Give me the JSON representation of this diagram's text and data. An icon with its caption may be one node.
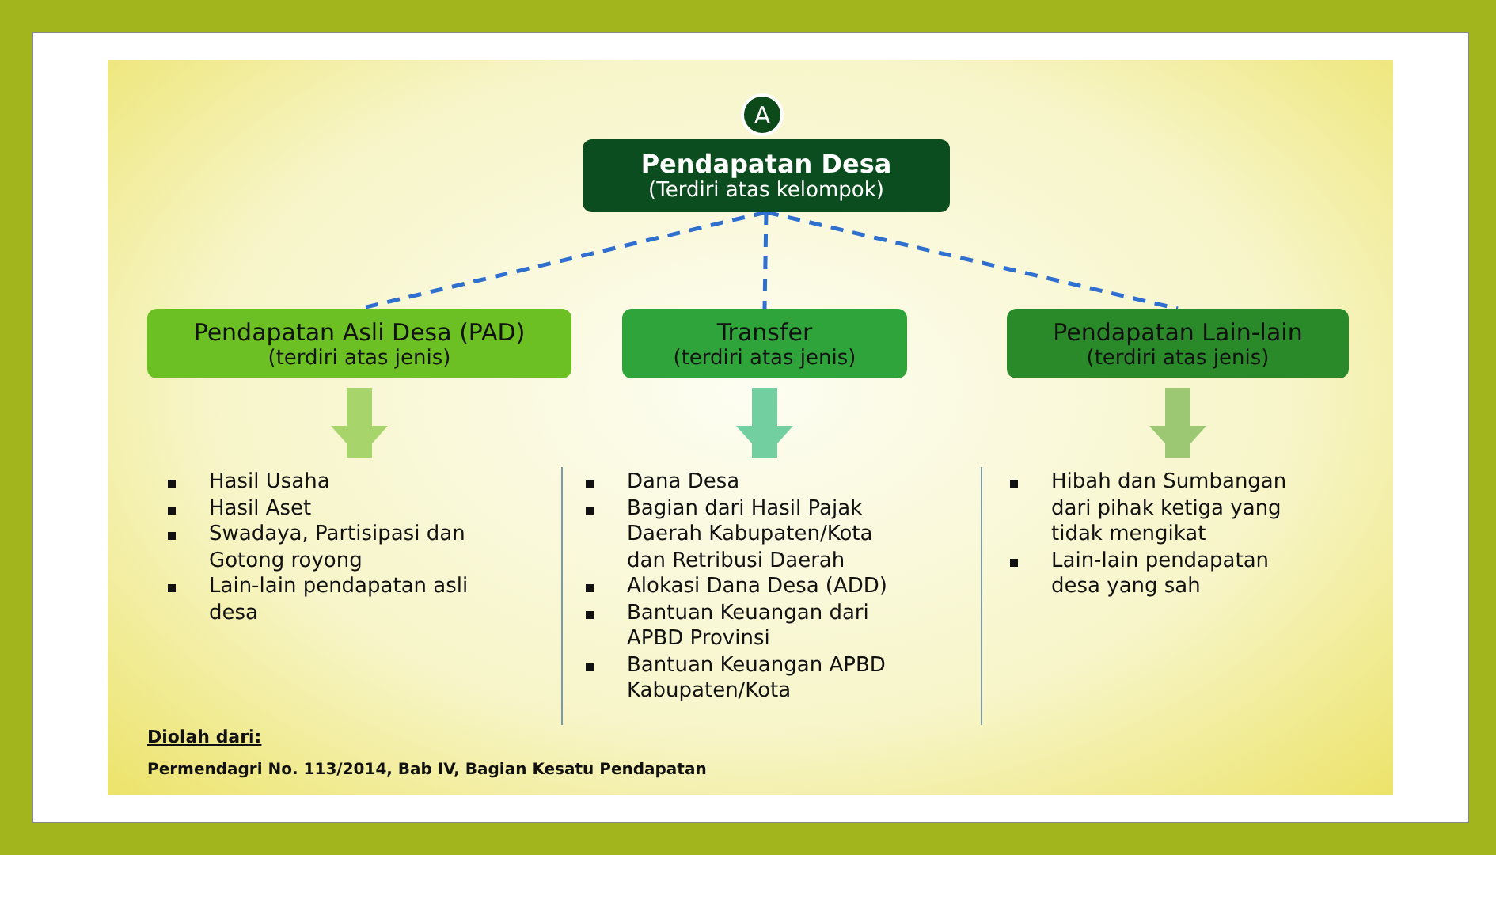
{
  "diagram": {
    "nodes": [
      {
        "text": [
          "A"
        ]
      },
      {
        "text": [
          "Pendapatan Desa",
          "(Terdiri atas kelompok)"
        ]
      },
      {
        "text": [
          "Pendapatan Asli Desa (PAD)",
          "(terdiri atas jenis)"
        ]
      },
      {
        "text": [
          "Transfer",
          "(terdiri atas jenis)"
        ]
      },
      {
        "text": [
          "Pendapatan Lain-lain",
          "(terdiri atas jenis)"
        ]
      },
      {
        "text": [
          "Hasil Usaha",
          "Hasil Aset",
          "Swadaya, Partisipasi dan Gotong royong",
          "Lain-lain pendapatan asli desa"
        ]
      },
      {
        "text": [
          "Dana Desa",
          "Bagian dari Hasil Pajak Daerah Kabupaten/Kota dan Retribusi Daerah",
          "Alokasi Dana Desa (ADD)",
          "Bantuan Keuangan dari APBD Provinsi",
          "Bantuan Keuangan APBD Kabupaten/Kota"
        ]
      },
      {
        "text": [
          "Hibah dan Sumbangan dari pihak ketiga yang tidak mengikat",
          "Lain-lain pendapatan desa yang sah"
        ]
      }
    ],
    "edges": [
      {
        "from": 1,
        "to": 2,
        "arrow": "none",
        "style": "dashed",
        "color": "#2f6fd0"
      },
      {
        "from": 1,
        "to": 3,
        "arrow": "none",
        "style": "dashed",
        "color": "#2f6fd0"
      },
      {
        "from": 1,
        "to": 4,
        "arrow": "none",
        "style": "dashed",
        "color": "#2f6fd0"
      },
      {
        "from": 2,
        "to": 5,
        "arrow": "to",
        "style": "thick",
        "color": "#a8d46c"
      },
      {
        "from": 3,
        "to": 6,
        "arrow": "to",
        "style": "thick",
        "color": "#72cfa0"
      },
      {
        "from": 4,
        "to": 7,
        "arrow": "to",
        "style": "thick",
        "color": "#9cc873"
      }
    ],
    "labels": [
      "Diolah dari:",
      "Permendagri No. 113/2014, Bab IV, Bagian Kesatu Pendapatan"
    ]
  }
}
